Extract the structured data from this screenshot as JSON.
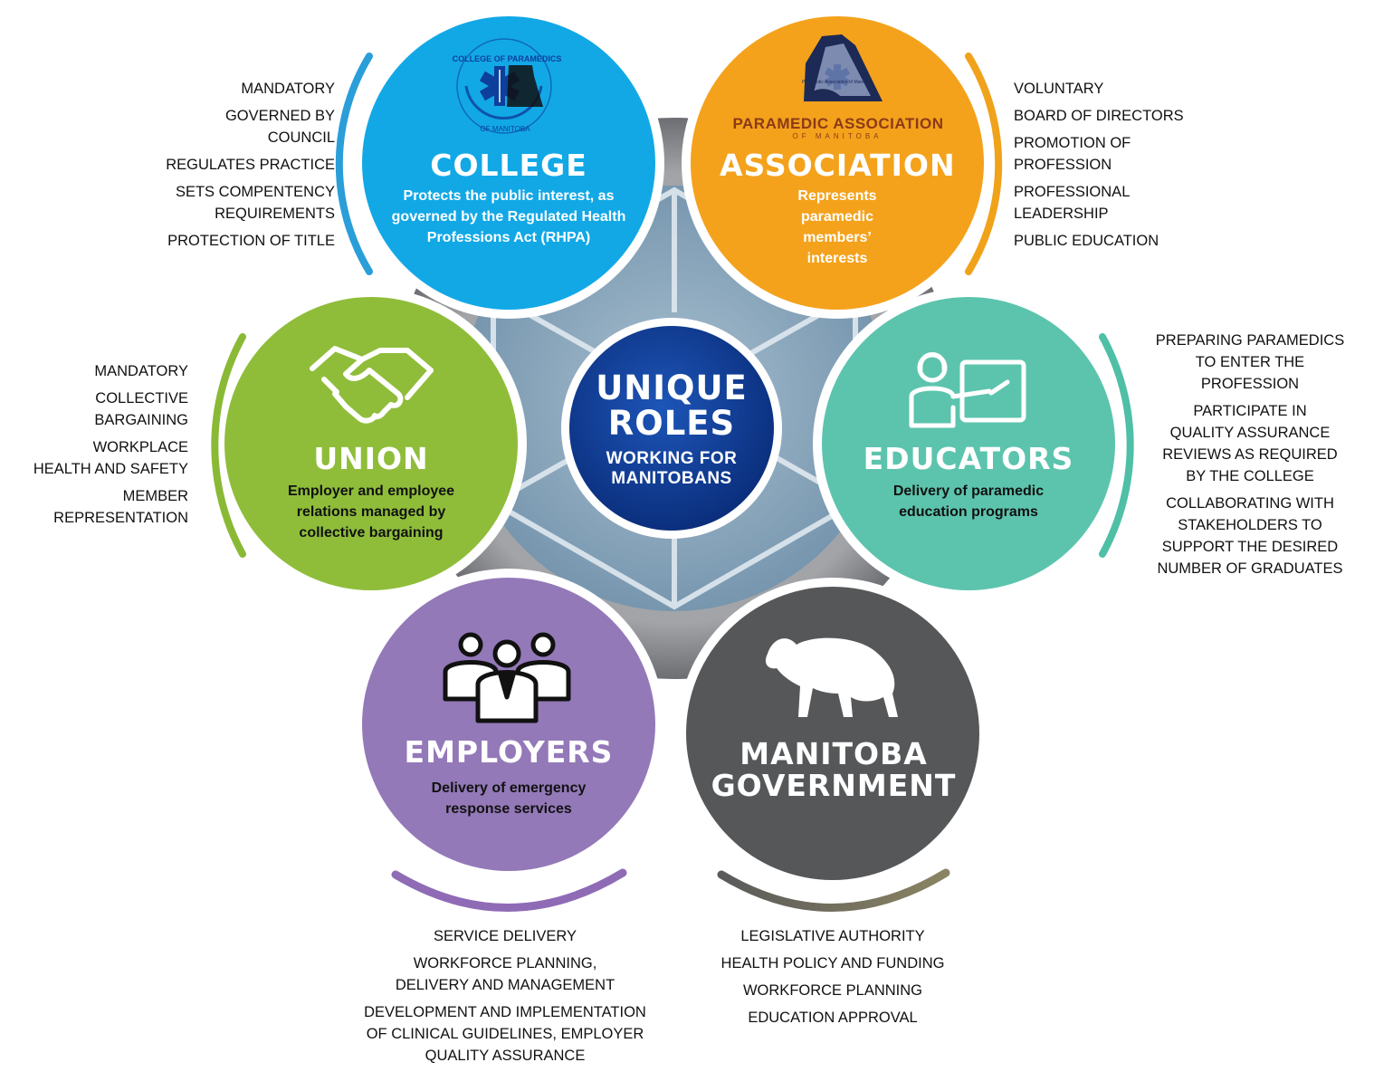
{
  "center": {
    "title_line1": "UNIQUE",
    "title_line2": "ROLES",
    "subtitle_line1": "WORKING FOR",
    "subtitle_line2": "MANITOBANS"
  },
  "college": {
    "logo_text_top": "COLLEGE OF PARAMEDICS",
    "logo_text_bottom": "OF MANITOBA",
    "title": "COLLEGE",
    "description": "Protects the public interest, as governed by the Regulated Health Professions Act (RHPA)",
    "color": "#12a8e6",
    "bullets": [
      "MANDATORY",
      "GOVERNED BY\nCOUNCIL",
      "REGULATES PRACTICE",
      "SETS COMPENTENCY\nREQUIREMENTS",
      "PROTECTION OF TITLE"
    ]
  },
  "association": {
    "logo_text_small": "Paramedic Association of Manitoba",
    "logo_text": "PARAMEDIC ASSOCIATION",
    "logo_text_sub": "OF MANITOBA",
    "title": "ASSOCIATION",
    "description": "Represents paramedic members’ interests",
    "color": "#f4a21c",
    "bullets": [
      "VOLUNTARY",
      "BOARD OF DIRECTORS",
      "PROMOTION OF\nPROFESSION",
      "PROFESSIONAL\nLEADERSHIP",
      "PUBLIC EDUCATION"
    ]
  },
  "union": {
    "title": "UNION",
    "description": "Employer and employee relations managed by collective bargaining",
    "color": "#8fbd3a",
    "bullets": [
      "MANDATORY",
      "COLLECTIVE\nBARGAINING",
      "WORKPLACE\nHEALTH AND SAFETY",
      "MEMBER\nREPRESENTATION"
    ]
  },
  "educators": {
    "title": "EDUCATORS",
    "description": "Delivery of paramedic education programs",
    "color": "#5cc4ad",
    "bullets": [
      "PREPARING PARAMEDICS\nTO ENTER THE\nPROFESSION",
      "PARTICIPATE IN\nQUALITY ASSURANCE\nREVIEWS AS REQUIRED\nBY THE COLLEGE",
      "COLLABORATING WITH\nSTAKEHOLDERS TO\nSUPPORT THE DESIRED\nNUMBER OF GRADUATES"
    ]
  },
  "employers": {
    "title": "EMPLOYERS",
    "description": "Delivery of emergency response services",
    "color": "#9379b8",
    "bullets": [
      "SERVICE DELIVERY",
      "WORKFORCE PLANNING,\nDELIVERY AND MANAGEMENT",
      "DEVELOPMENT AND IMPLEMENTATION\nOF CLINICAL GUIDELINES, EMPLOYER\nQUALITY ASSURANCE"
    ]
  },
  "government": {
    "title_line1": "MANITOBA",
    "title_line2": "GOVERNMENT",
    "color": "#555759",
    "bullets": [
      "LEGISLATIVE AUTHORITY",
      "HEALTH POLICY AND FUNDING",
      "WORKFORCE PLANNING",
      "EDUCATION APPROVAL"
    ]
  },
  "colors": {
    "center": "#0d3f9c",
    "hexagon": "#7f9fb6",
    "ring": "#8a8c90",
    "arc_college": "#2a9ed8",
    "arc_association": "#f0a21a",
    "arc_union": "#8ab936",
    "arc_educators": "#4fbfa6",
    "arc_employers": "#8f6bb6",
    "arc_government": "#6f6b59"
  },
  "icons": {
    "union": "handshake-icon",
    "educators": "teacher-board-icon",
    "employers": "team-icon",
    "government": "bison-icon",
    "college": "star-of-life-icon"
  }
}
